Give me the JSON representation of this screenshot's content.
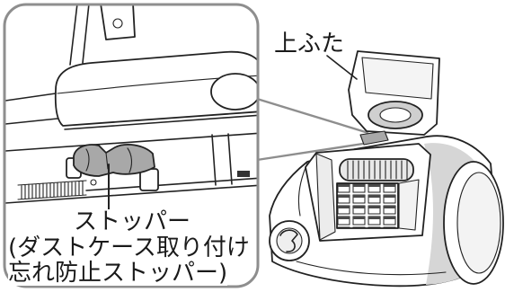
{
  "labels": {
    "lid": "上ふた",
    "stopper": "ストッパー",
    "stopper_note_line1": "(ダストケース取り付け",
    "stopper_note_line2": "忘れ防止ストッパー)"
  },
  "colors": {
    "line": "#222222",
    "zoom_frame": "#8e8e8e",
    "stopper_part": "#a8a8a8",
    "body_shading": "#d6d6d6"
  }
}
